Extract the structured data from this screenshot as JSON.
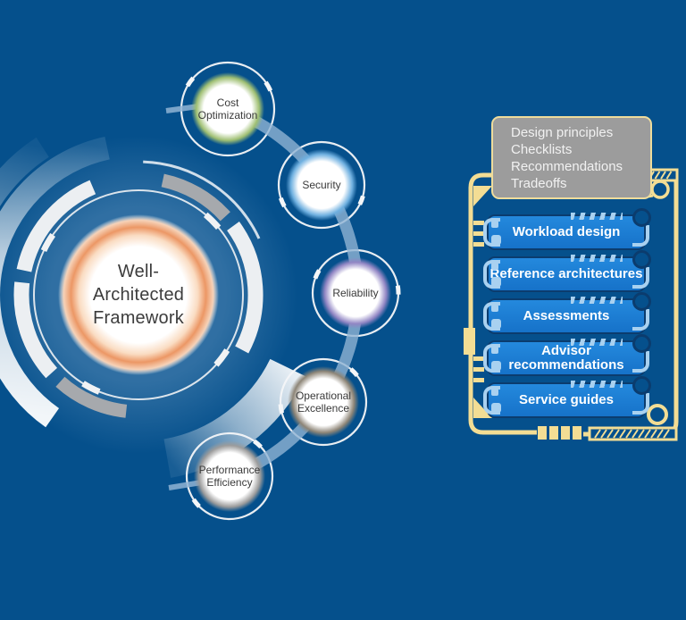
{
  "background_color": "#05508c",
  "center": {
    "label": "Well-\nArchitected\nFramework",
    "rim_color": "#ec9765"
  },
  "pillars": [
    {
      "label": "Cost\nOptimization",
      "rim_color": "#9fbf73"
    },
    {
      "label": "Security",
      "rim_color": "#6fb0e0"
    },
    {
      "label": "Reliability",
      "rim_color": "#9186c4"
    },
    {
      "label": "Operational\nExcellence",
      "rim_color": "#8d8577"
    },
    {
      "label": "Performance\nEfficiency",
      "rim_color": "#9c9c9c"
    }
  ],
  "info_panel": {
    "lines": [
      "Design principles",
      "Checklists",
      "Recommendations",
      "Tradeoffs"
    ],
    "fill_color": "#9c9c9c",
    "border_color": "#eedc9c"
  },
  "resources": {
    "items": [
      {
        "label": "Workload design"
      },
      {
        "label": "Reference architectures"
      },
      {
        "label": "Assessments"
      },
      {
        "label": "Advisor\nrecommendations"
      },
      {
        "label": "Service guides"
      }
    ],
    "button_color": "#1878d2",
    "accent_color": "#a9d1f0",
    "frame_color": "#f3dd94"
  }
}
